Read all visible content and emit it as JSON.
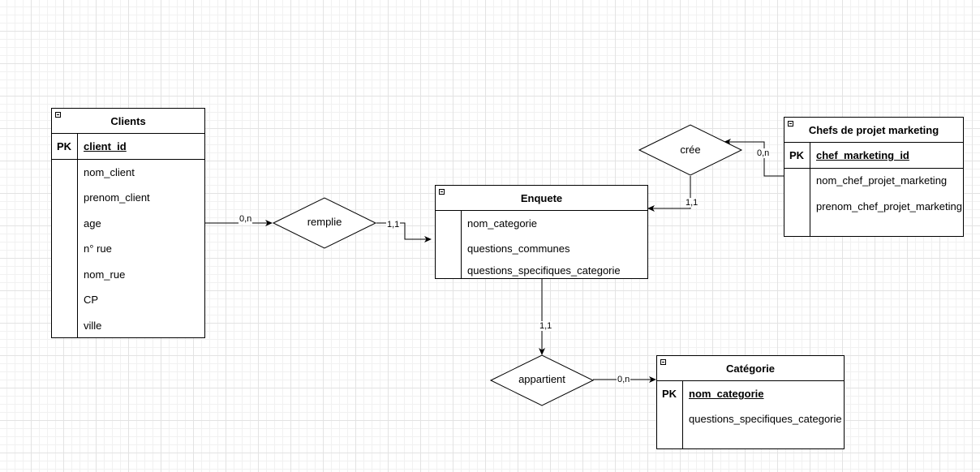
{
  "entities": {
    "clients": {
      "title": "Clients",
      "pk_key": "PK",
      "pk_name": "client_id",
      "attributes": [
        "nom_client",
        "prenom_client",
        "age",
        "n° rue",
        "nom_rue",
        "CP",
        "ville"
      ]
    },
    "enquete": {
      "title": "Enquete",
      "attributes": [
        "nom_categorie",
        "questions_communes",
        "questions_specifiques_categorie"
      ]
    },
    "chefs": {
      "title": "Chefs de projet marketing",
      "pk_key": "PK",
      "pk_name": "chef_marketing_id",
      "attributes": [
        "nom_chef_projet_marketing",
        "prenom_chef_projet_marketing"
      ]
    },
    "categorie": {
      "title": "Catégorie",
      "pk_key": "PK",
      "pk_name": "nom_categorie",
      "attributes": [
        "questions_specifiques_categorie"
      ]
    }
  },
  "relationships": {
    "remplie": "remplie",
    "cree": "crée",
    "appartient": "appartient"
  },
  "cardinalities": {
    "clients_remplie": "0,n",
    "remplie_enquete": "1,1",
    "chefs_cree": "0,n",
    "cree_enquete": "1,1",
    "enquete_appartient": "1,1",
    "appartient_categorie": "0,n"
  },
  "colors": {
    "line": "#000000",
    "fill": "#ffffff",
    "grid": "#e3e3e3"
  }
}
